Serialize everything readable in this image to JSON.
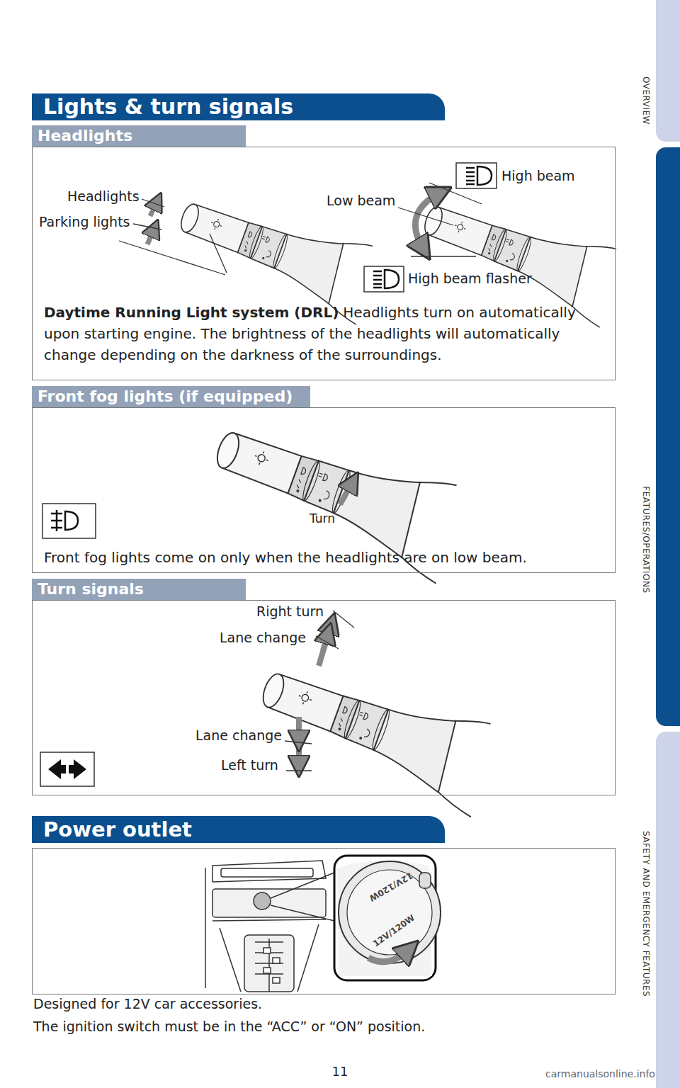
{
  "diagram": {
    "title": "Lights & turn signals",
    "nodes": [
      {
        "text": [
          "Headlights",
          "Daytime Running Light system (DRL)",
          "Headlights turn on automatically upon starting engine. The brightness of the headlights will automatically change depending on the darkness of the surroundings."
        ]
      },
      {
        "text": [
          "Front fog lights (if equipped)",
          "Front fog lights come on only when the headlights are on low beam."
        ]
      },
      {
        "text": [
          "Turn signals"
        ]
      },
      {
        "text": [
          "Power outlet"
        ]
      }
    ],
    "labels": [
      "Headlights",
      "Parking lights",
      "Low beam",
      "High beam",
      "High beam flasher",
      "Turn",
      "Right turn",
      "Lane change",
      "Lane change",
      "Left turn",
      "12V/120W",
      "12V/120W",
      "Designed for 12V car accessories.",
      "The ignition switch must be in the “ACC” or “ON” position.",
      "11",
      "OVERVIEW",
      "FEATURES/OPERATIONS",
      "SAFETY AND EMERGENCY FEATURES",
      "carmanualsonline.info"
    ]
  }
}
